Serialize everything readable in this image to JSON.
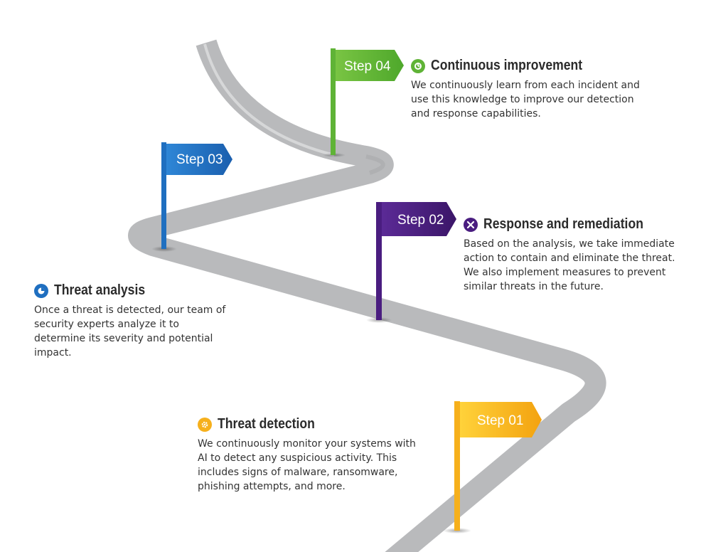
{
  "colors": {
    "road": "#b9babc",
    "step01": "#f6b01c",
    "step02": "#4a1d80",
    "step03": "#1f6fc0",
    "step04": "#5fb336"
  },
  "steps": [
    {
      "flag_label": "Step 01",
      "icon": "gear-icon",
      "title": "Threat detection",
      "text": "We continuously monitor your systems with AI to detect any suspicious activity. This includes signs of malware, ransomware, phishing attempts, and more."
    },
    {
      "flag_label": "Step 02",
      "icon": "tools-icon",
      "title": "Response and remediation",
      "text": "Based on the analysis, we take immediate action to contain and eliminate the threat. We also implement measures to prevent similar threats in the future."
    },
    {
      "flag_label": "Step 03",
      "icon": "pie-chart-icon",
      "title": "Threat analysis",
      "text": "Once a threat is detected, our team of security experts analyze it to determine its severity and potential impact."
    },
    {
      "flag_label": "Step 04",
      "icon": "cycle-icon",
      "title": "Continuous improvement",
      "text": "We continuously learn from each incident and use this knowledge to improve our detection and response capabilities."
    }
  ]
}
